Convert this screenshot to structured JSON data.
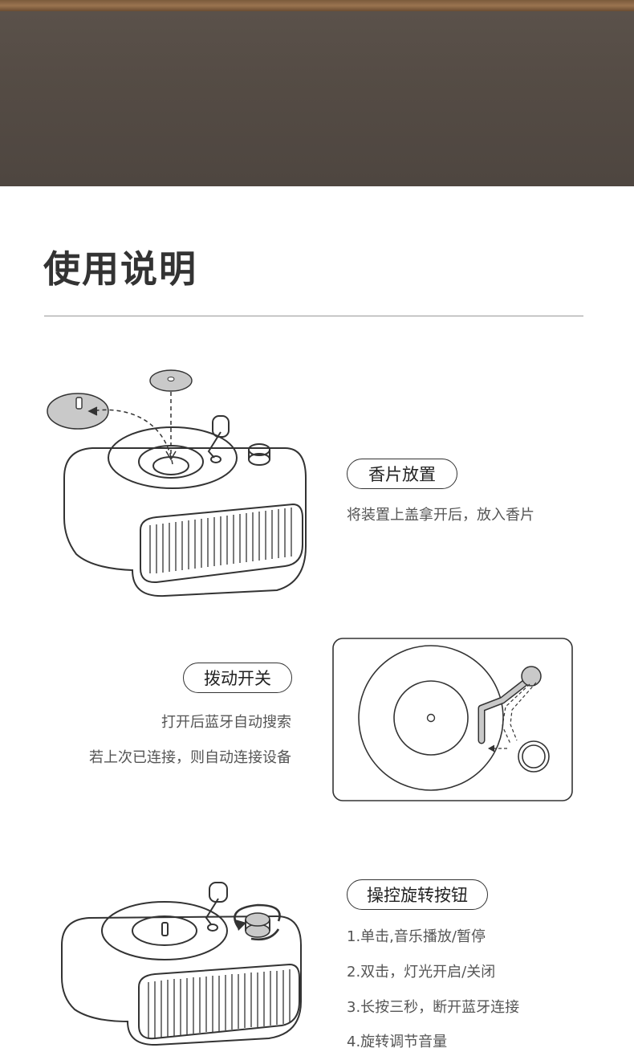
{
  "header": {
    "title": "使用说明"
  },
  "steps": [
    {
      "title": "香片放置",
      "lines": [
        "将装置上盖拿开后，放入香片"
      ]
    },
    {
      "title": "拨动开关",
      "lines": [
        "打开后蓝牙自动搜索",
        "若上次已连接，则自动连接设备"
      ]
    },
    {
      "title": "操控旋转按钮",
      "lines": [
        "1.单击,音乐播放/暂停",
        "2.双击，灯光开启/关闭",
        "3.长按三秒，断开蓝牙连接",
        "4.旋转调节音量"
      ]
    }
  ],
  "colors": {
    "banner": "#554c45",
    "wood": "#8a6644",
    "pad": "#c9c9c9"
  }
}
